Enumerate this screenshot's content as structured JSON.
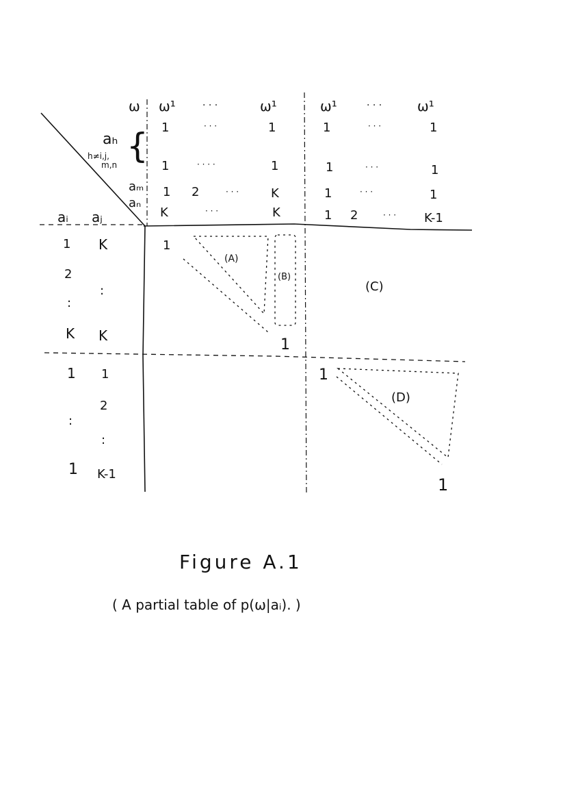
{
  "figure": {
    "caption": "Figure A.1",
    "subcaption": "( A partial table of p(ω|aᵢ). )"
  },
  "header": {
    "corner_w": "ω",
    "w_labels": [
      "ω¹",
      "· · ·",
      "ω¹",
      "ω¹",
      "· · ·",
      "ω¹"
    ],
    "row_label_an_group": "aₕ",
    "row_label_condition": "h≠i,j,",
    "row_label_condition2": "m,n",
    "row_label_am": "aₘ",
    "row_label_an": "aₙ",
    "ai": "aᵢ",
    "aj": "aⱼ",
    "ones_row1": [
      "1",
      "· · ·",
      "1",
      "1",
      "· · ·",
      "1"
    ],
    "ones_row2": [
      "1",
      "· · · ·",
      "1",
      "1",
      "· · ·",
      "1"
    ],
    "am_row": [
      "1",
      "2",
      "· · ·",
      "K",
      "1",
      "· · ·",
      "1"
    ],
    "an_row": [
      "K",
      "· · ·",
      "K",
      "1",
      "2",
      "· · ·",
      "K-1"
    ]
  },
  "left_cols": {
    "block1_ai": [
      "1",
      "2",
      ":",
      "K"
    ],
    "block1_aj": [
      "K",
      ":",
      "K"
    ],
    "block2_ai": [
      "1",
      ":",
      "1"
    ],
    "block2_aj": [
      "1",
      "2",
      ":",
      "K-1"
    ]
  },
  "cells": {
    "top_left_one": "1",
    "label_A": "(A)",
    "label_B": "(B)",
    "label_C": "(C)",
    "block1_end_one": "1",
    "bottom_right_start_one": "1",
    "label_D": "(D)",
    "block2_end_one": "1"
  }
}
